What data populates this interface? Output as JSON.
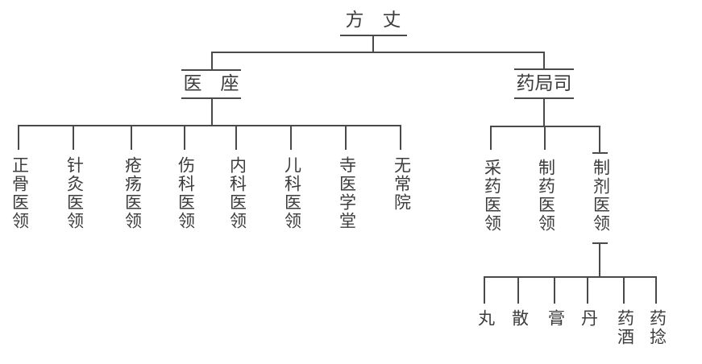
{
  "colors": {
    "background": "#ffffff",
    "line": "#4a4a4a",
    "text": "#3c3c3c"
  },
  "chart_data": {
    "type": "tree",
    "title": "",
    "root": "方　丈",
    "level2": [
      {
        "label": "医　座",
        "children": [
          "正骨医领",
          "针灸医领",
          "疮疡医领",
          "伤科医领",
          "内科医领",
          "儿科医领",
          "寺医学堂",
          "无常院"
        ]
      },
      {
        "label": "药局司",
        "children": [
          "采药医领",
          "制药医领",
          "制剂医领"
        ]
      }
    ],
    "level4_parent": "制剂医领",
    "level4": [
      "丸",
      "散",
      "膏",
      "丹",
      "药酒",
      "药捻"
    ]
  },
  "tree": {
    "root": "方　丈",
    "left_node": "医　座",
    "right_node": "药局司",
    "left_children": [
      "正骨医领",
      "针灸医领",
      "疮疡医领",
      "伤科医领",
      "内科医领",
      "儿科医领",
      "寺医学堂",
      "无常院"
    ],
    "right_children": [
      "采药医领",
      "制药医领",
      "制剂医领"
    ],
    "bottom_children": [
      "丸",
      "散",
      "膏",
      "丹",
      "药酒",
      "药捻"
    ]
  }
}
